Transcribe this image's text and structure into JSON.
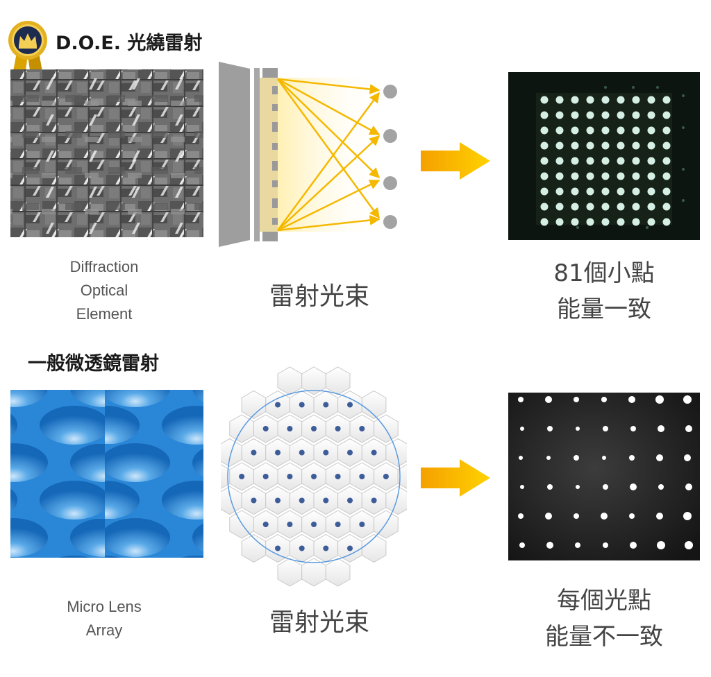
{
  "doe": {
    "title": "D.O.E. 光繞雷射",
    "element_label": [
      "Diffraction",
      "Optical",
      "Element"
    ],
    "beam_label": "雷射光束",
    "result": [
      "81個小點",
      "能量一致"
    ]
  },
  "mla": {
    "title": "一般微透鏡雷射",
    "element_label": [
      "Micro Lens",
      "Array"
    ],
    "beam_label": "雷射光束",
    "result": [
      "每個光點",
      "能量不一致"
    ]
  },
  "icons": [
    "crown-medal-icon",
    "arrow-right-icon"
  ],
  "colors": {
    "arrow_start": "#f5a000",
    "arrow_end": "#ffd200",
    "laser_ray": "#f5b800",
    "lens_blue": "#1f7fd1",
    "hex_dot": "#3d5c9a"
  }
}
